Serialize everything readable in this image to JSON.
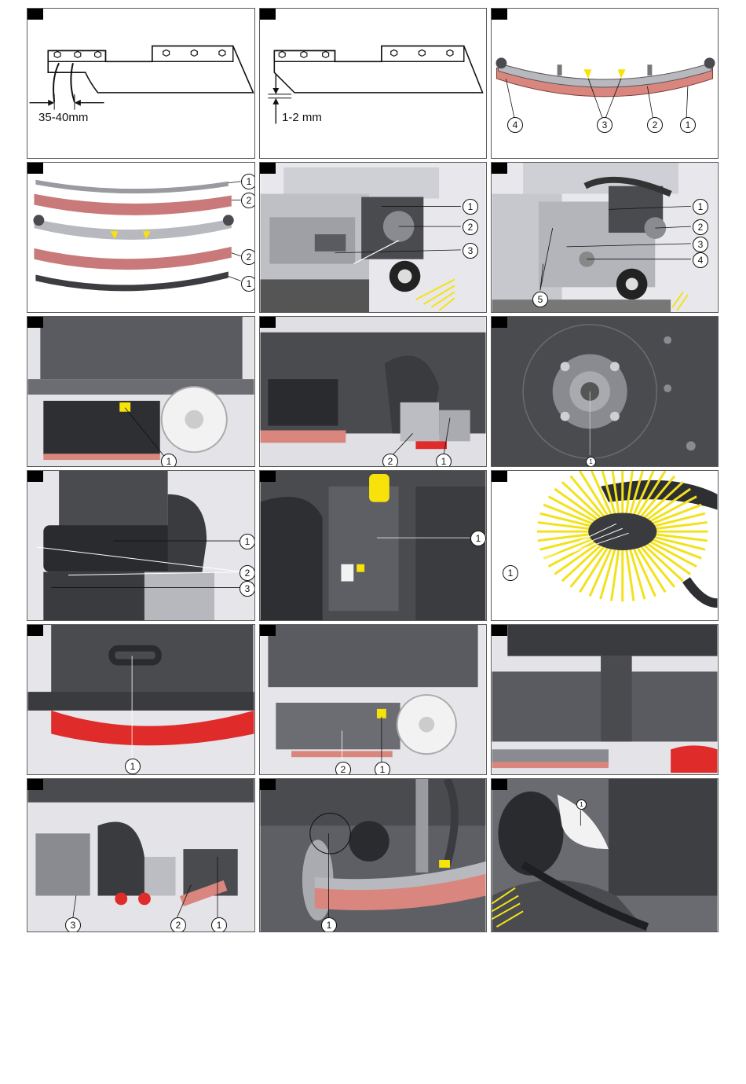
{
  "measurements": {
    "squeegee_offset": "35-40mm",
    "lip_gap": "1-2 mm"
  },
  "callouts": {
    "c1": "1",
    "c2": "2",
    "c3": "3",
    "c4": "4",
    "c5": "5"
  },
  "colors": {
    "panel_dark": "#4a4b4f",
    "squeegee_red": "#d9867e",
    "brush_yellow": "#f2e21a",
    "brush_red": "#e02b2b",
    "highlight_yellow": "#f7e20a"
  }
}
